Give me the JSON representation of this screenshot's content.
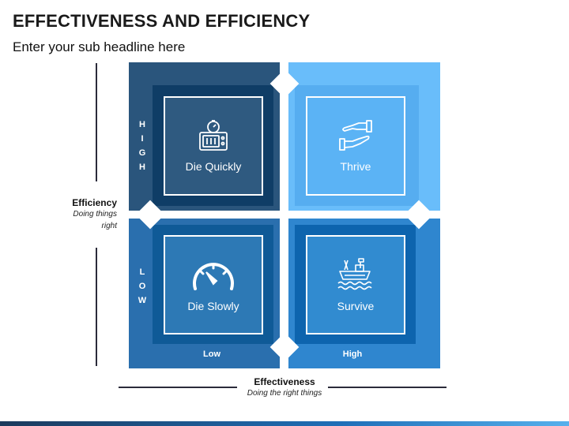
{
  "header": {
    "title": "EFFECTIVENESS AND EFFICIENCY",
    "subtitle": "Enter your sub headline here"
  },
  "y_axis": {
    "title": "Efficiency",
    "subtitle_line1": "Doing things",
    "subtitle_line2": "right",
    "high_letters": [
      "H",
      "I",
      "G",
      "H"
    ],
    "low_letters": [
      "L",
      "O",
      "W"
    ]
  },
  "x_axis": {
    "title": "Effectiveness",
    "subtitle": "Doing the right things",
    "low_label": "Low",
    "high_label": "High"
  },
  "quadrants": {
    "top_left": {
      "label": "Die Quickly",
      "icon": "safe-timer-icon",
      "color": "#2f5a80"
    },
    "top_right": {
      "label": "Thrive",
      "icon": "handshake-hands-icon",
      "color": "#5bb3f5"
    },
    "bottom_left": {
      "label": "Die Slowly",
      "icon": "speedometer-icon",
      "color": "#2d79b5"
    },
    "bottom_right": {
      "label": "Survive",
      "icon": "sinking-ship-icon",
      "color": "#318bd0"
    }
  },
  "colors": {
    "dark_navy": "#17426a",
    "navy_band": "#2a557c",
    "light_band": "#69bdfa",
    "mid_band": "#2a6fae"
  }
}
